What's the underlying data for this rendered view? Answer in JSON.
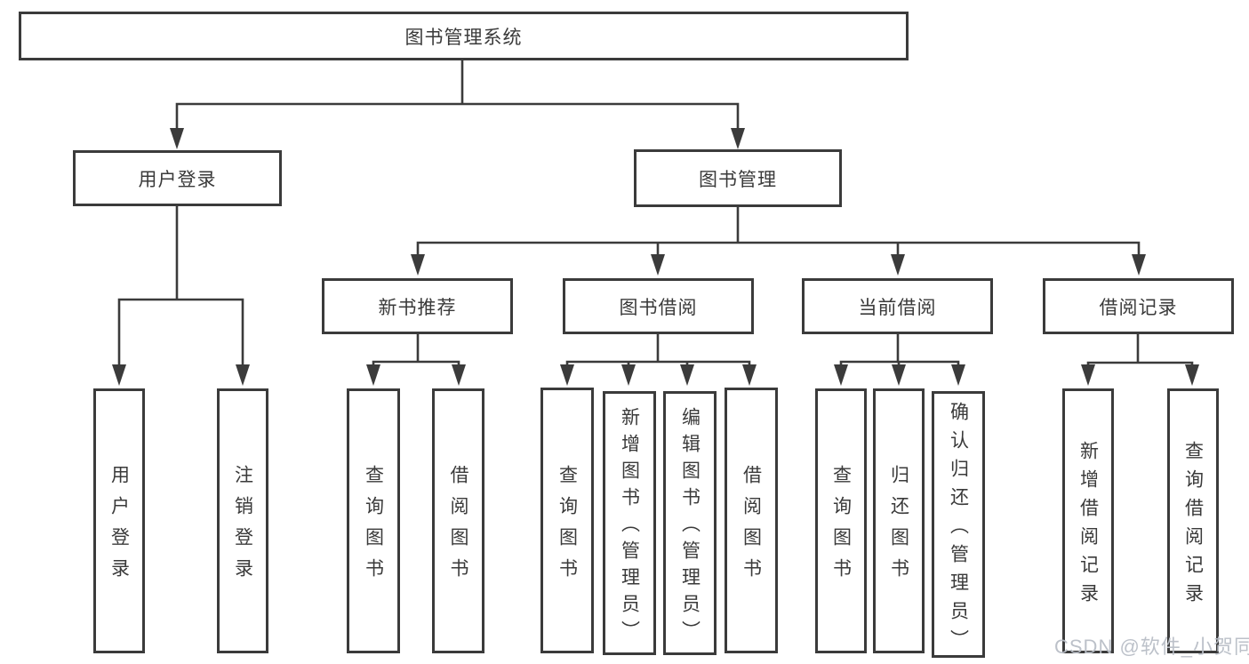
{
  "colors": {
    "line": "#3b3b3b",
    "border": "#3b3b3b",
    "text": "#3a3a3a",
    "background": "#ffffff",
    "watermark": "#b9bec7"
  },
  "diagram": {
    "root": {
      "label": "图书管理系统"
    },
    "level2": {
      "user_login": {
        "label": "用户登录"
      },
      "book_management": {
        "label": "图书管理"
      }
    },
    "level3": {
      "new_book": {
        "label": "新书推荐"
      },
      "borrow": {
        "label": "图书借阅"
      },
      "current": {
        "label": "当前借阅"
      },
      "records": {
        "label": "借阅记录"
      }
    },
    "leaves": {
      "user_login": [
        "用户登录",
        "注销登录"
      ],
      "new_book": [
        "查询图书",
        "借阅图书"
      ],
      "borrow": [
        "查询图书",
        "新增图书（管理员）",
        "编辑图书（管理员）",
        "借阅图书"
      ],
      "current": [
        "查询图书",
        "归还图书",
        "确认归还（管理员）"
      ],
      "records": [
        "新增借阅记录",
        "查询借阅记录"
      ]
    }
  },
  "watermark": {
    "text": "CSDN @软件_小贺同学"
  }
}
